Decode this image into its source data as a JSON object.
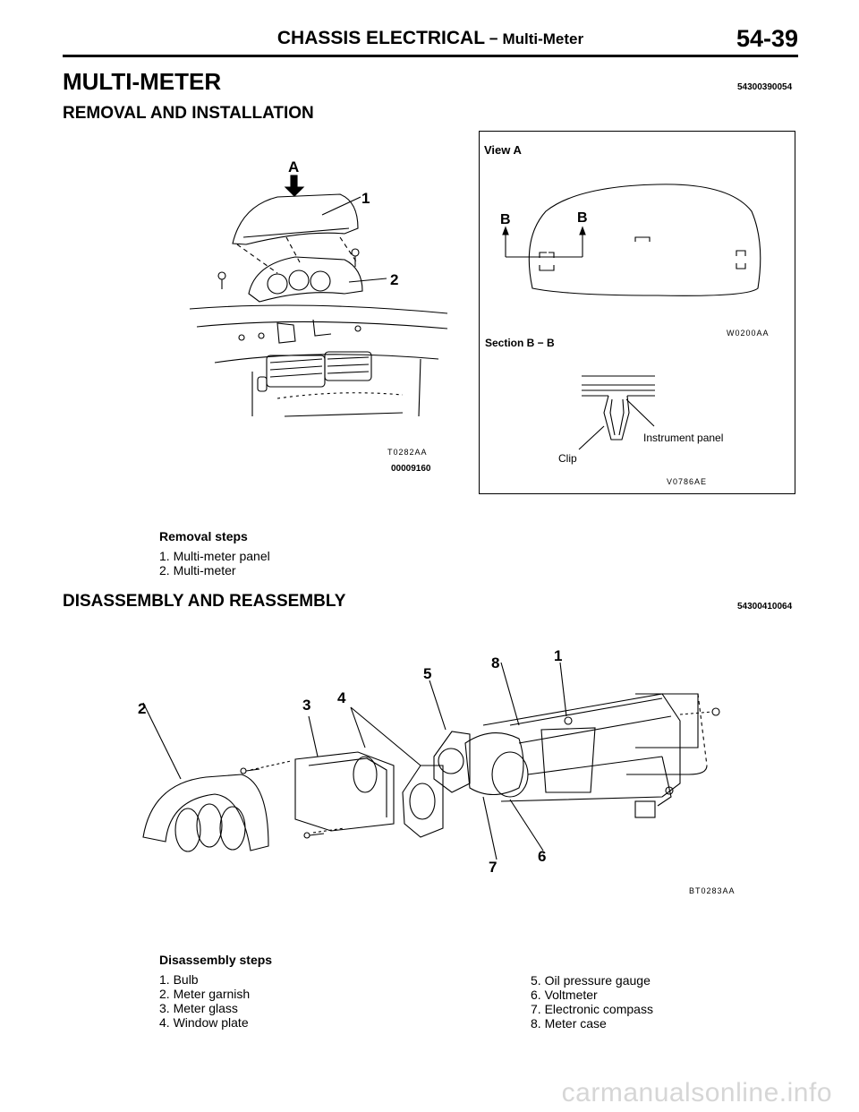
{
  "header": {
    "section": "CHASSIS ELECTRICAL",
    "dash": " − ",
    "subsection": "Multi-Meter",
    "page_number": "54-39"
  },
  "main_title": {
    "text": "MULTI-METER",
    "code": "54300390054"
  },
  "removal": {
    "heading": "REMOVAL AND INSTALLATION",
    "figure": {
      "view_label": "A",
      "callouts": [
        "1",
        "2"
      ],
      "ref_code": "T0282AA",
      "id_code": "00009160"
    },
    "view_box": {
      "title": "View A",
      "b_labels": [
        "B",
        "B"
      ],
      "ref_code": "W0200AA",
      "section_title": "Section B − B",
      "instrument_panel_label": "Instrument panel",
      "clip_label": "Clip",
      "section_code": "V0786AE"
    },
    "steps_title": "Removal steps",
    "steps": [
      "1. Multi-meter panel",
      "2. Multi-meter"
    ]
  },
  "disassembly": {
    "heading": "DISASSEMBLY AND REASSEMBLY",
    "code": "54300410064",
    "callouts": [
      "1",
      "2",
      "3",
      "4",
      "5",
      "6",
      "7",
      "8"
    ],
    "ref_code": "BT0283AA",
    "steps_title": "Disassembly steps",
    "steps_left": [
      "1. Bulb",
      "2. Meter garnish",
      "3. Meter glass",
      "4. Window plate"
    ],
    "steps_right": [
      "5. Oil pressure gauge",
      "6. Voltmeter",
      "7. Electronic compass",
      "8. Meter case"
    ]
  },
  "watermark": "carmanualsonline.info"
}
